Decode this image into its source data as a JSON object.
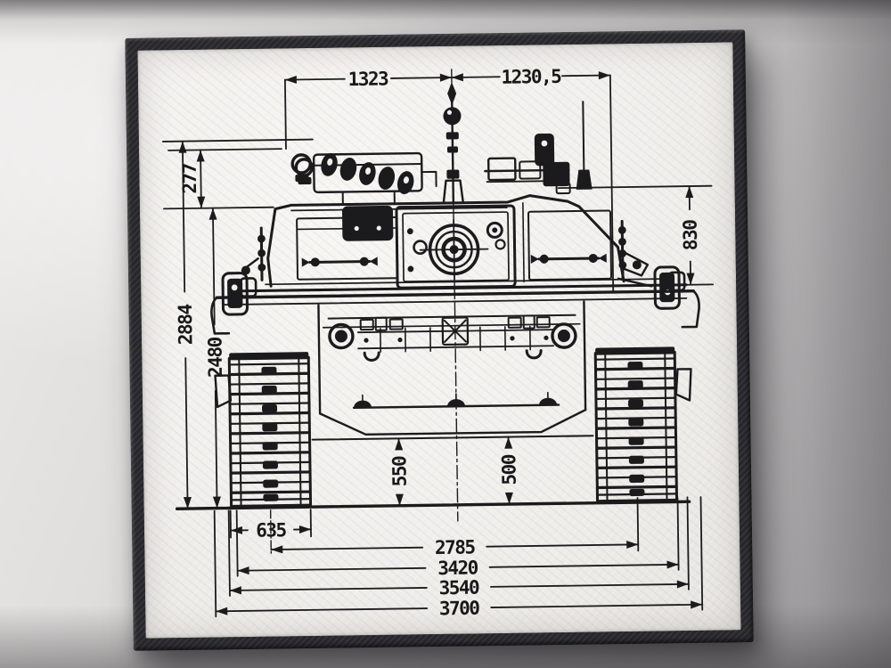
{
  "scene": {
    "subject": "Black and white technical blueprint plaque of a main battle tank, front elevation, in a 3D-printed black frame on a gray wall"
  },
  "dims": {
    "top_left": "1323",
    "top_right": "1230,5",
    "sensor_height": "277",
    "overall_height": "2884",
    "hull_height": "2480",
    "turret_side_height": "830",
    "ground_clearance_left": "550",
    "ground_clearance_right": "500",
    "track_width": "635",
    "track_center_distance": "2785",
    "width_over_tracks": "3420",
    "width_intermediate": "3540",
    "overall_width": "3700"
  },
  "colors": {
    "ink": "#1b1b1d",
    "plaque": "#f1efec",
    "frame": "#28282c",
    "wall": "#c8c6c6"
  }
}
